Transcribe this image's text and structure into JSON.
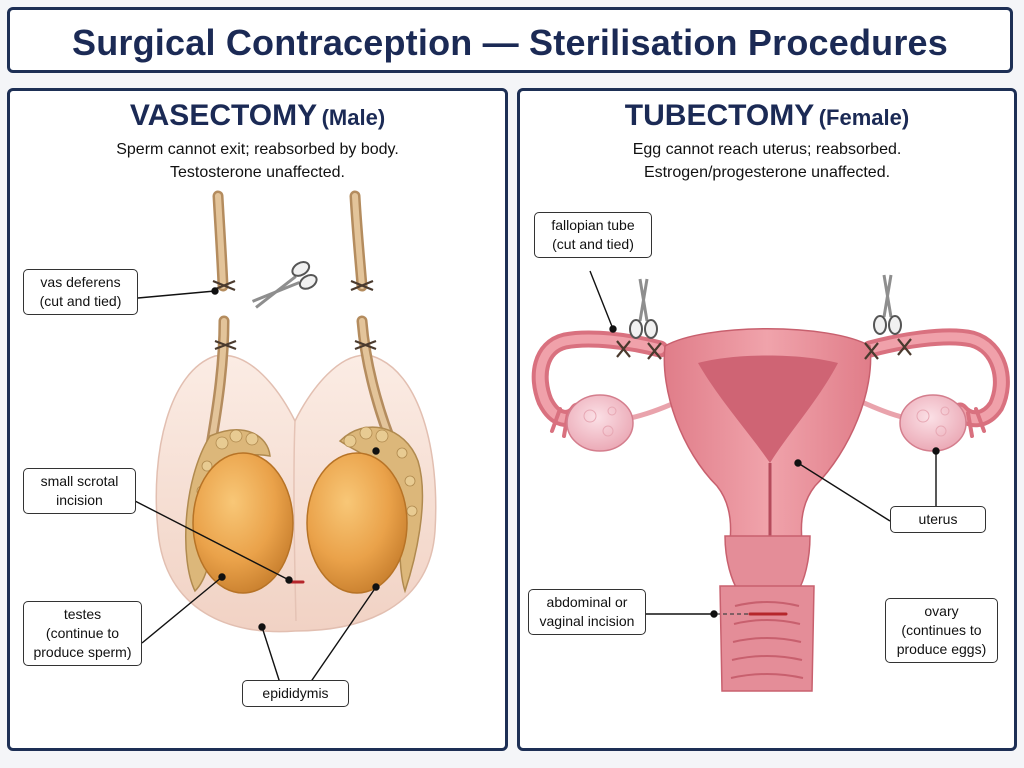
{
  "title": "Surgical Contraception — Sterilisation Procedures",
  "male": {
    "heading": "VASECTOMY",
    "subheading": "(Male)",
    "desc_line1": "Sperm cannot exit; reabsorbed by body.",
    "desc_line2": "Testosterone unaffected.",
    "labels": {
      "vas_deferens": "vas deferens\n(cut and tied)",
      "scrotal_incision": "small scrotal\nincision",
      "testes": "testes\n(continue to\nproduce sperm)",
      "epididymis": "epididymis"
    }
  },
  "female": {
    "heading": "TUBECTOMY",
    "subheading": "(Female)",
    "desc_line1": "Egg cannot reach uterus; reabsorbed.",
    "desc_line2": "Estrogen/progesterone unaffected.",
    "labels": {
      "fallopian_tube": "fallopian tube\n(cut and tied)",
      "uterus": "uterus",
      "abdominal_incision": "abdominal or\nvaginal incision",
      "ovary": "ovary\n(continues to\nproduce eggs)"
    }
  },
  "colors": {
    "navy": "#1b2a55",
    "testis": "#eaa24a",
    "epididymis": "#dcb77a",
    "vas": "#d4b48a",
    "scrotum": "#f5dcd0",
    "uterus": "#e88f99",
    "uterus_inner": "#d46a78",
    "ovary": "#f3c2cc",
    "incision": "#b5262b"
  },
  "icons": [
    "scissors-icon",
    "suture-tie-icon"
  ]
}
